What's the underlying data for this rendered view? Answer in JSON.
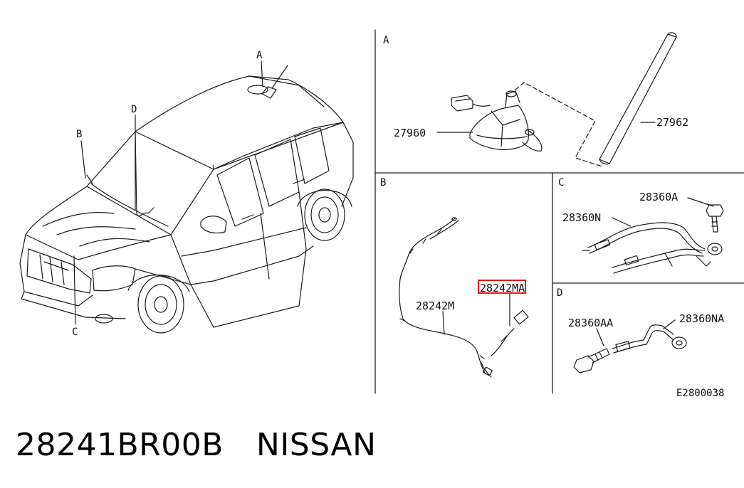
{
  "diagram_code": "E2800038",
  "panels": {
    "A": {
      "letter": "A",
      "parts": [
        "27960",
        "27962"
      ]
    },
    "B": {
      "letter": "B",
      "parts": [
        "28242M",
        "28242MA"
      ]
    },
    "C": {
      "letter": "C",
      "parts": [
        "28360A",
        "28360N"
      ]
    },
    "D": {
      "letter": "D",
      "parts": [
        "28360AA",
        "28360NA"
      ]
    }
  },
  "vehicle_callouts": [
    "A",
    "B",
    "C",
    "D"
  ],
  "caption": {
    "part_number": "28241BR00B",
    "brand": "NISSAN"
  },
  "highlight_color": "#e21b1b"
}
